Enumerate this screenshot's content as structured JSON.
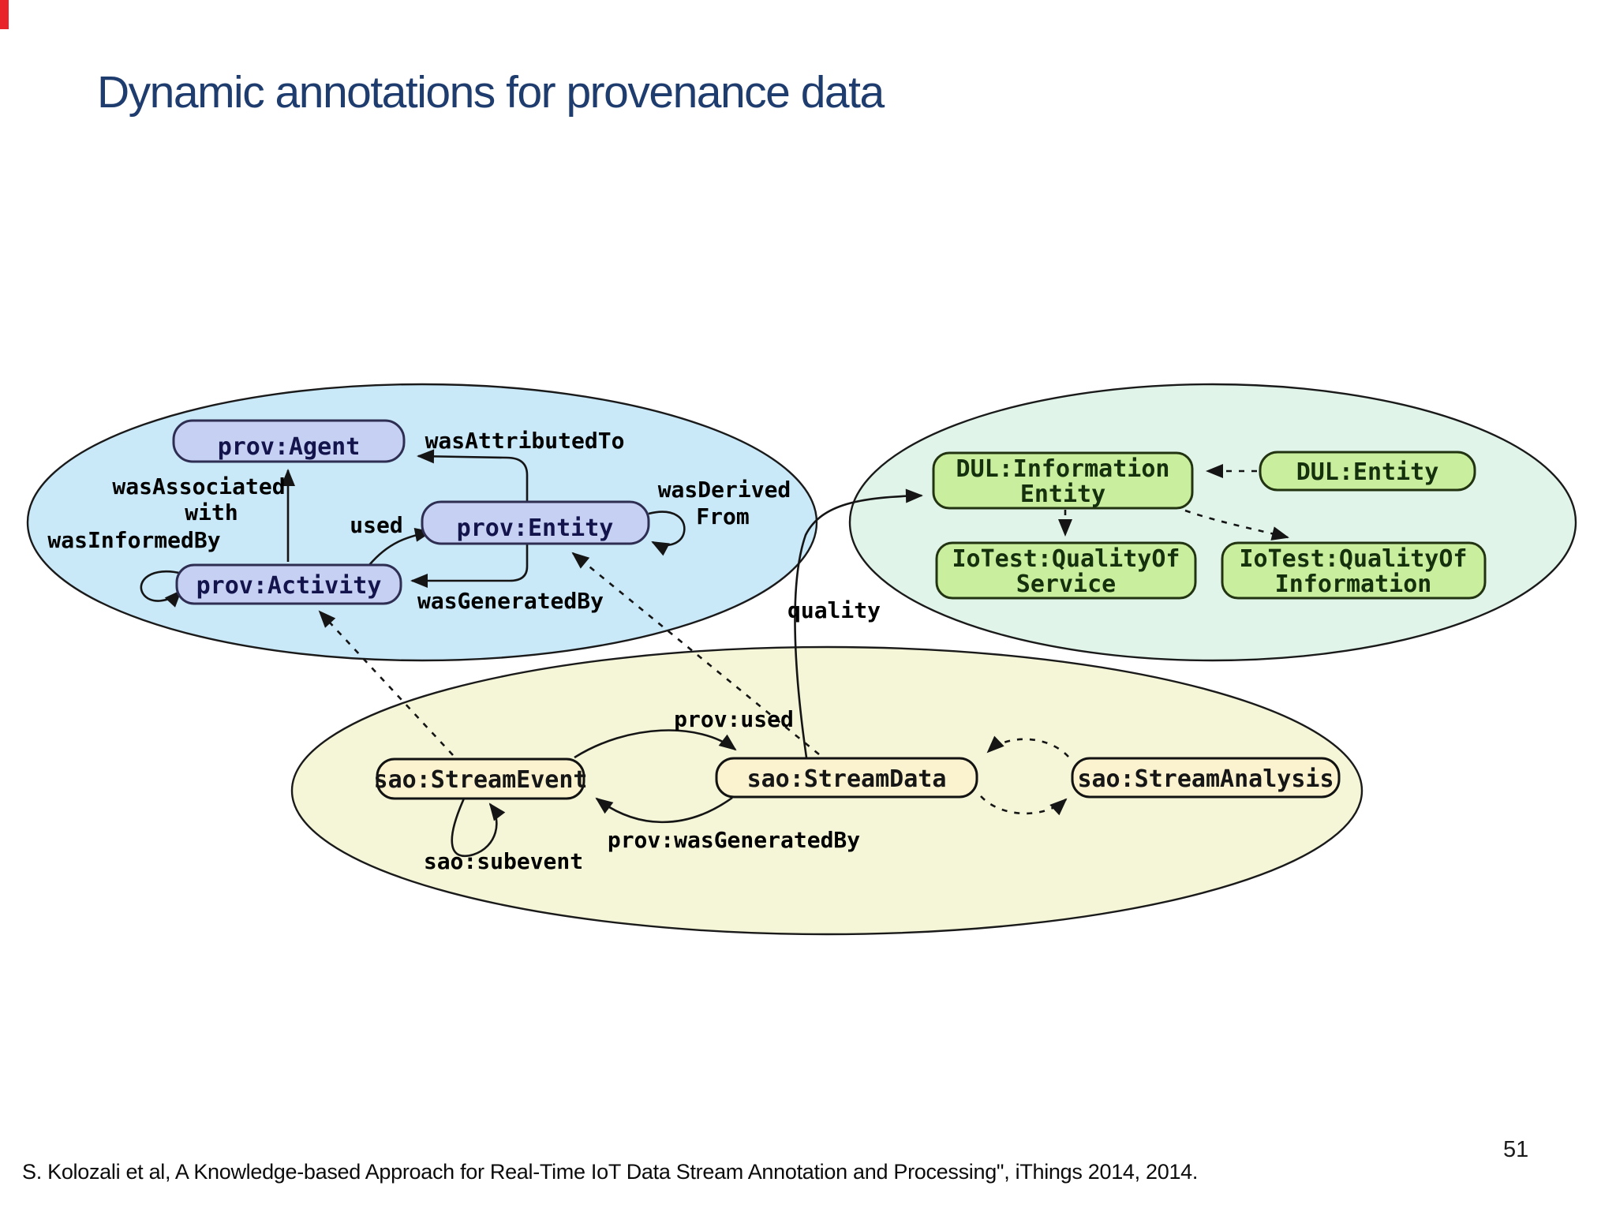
{
  "slide": {
    "title": "Dynamic annotations for provenance data",
    "page_number": "51",
    "footer": "S. Kolozali et al, A Knowledge-based Approach for Real-Time IoT Data Stream Annotation and Processing\", iThings 2014, 2014."
  },
  "colors": {
    "title_text": "#1e3c6e",
    "corner_mark": "#e8232a",
    "prov_ellipse_fill": "#c9e8f8",
    "dul_ellipse_fill": "#e0f4ea",
    "sao_ellipse_fill": "#f5f6d8",
    "prov_node_fill": "#c5d0f3",
    "dul_node_fill": "#c9ef9e",
    "sao_node_fill": "#fbf3cf",
    "edge_color": "#151515"
  },
  "diagram": {
    "nodes": {
      "prov_agent": {
        "label": "prov:Agent"
      },
      "prov_entity": {
        "label": "prov:Entity"
      },
      "prov_activity": {
        "label": "prov:Activity"
      },
      "dul_information_entity": {
        "line1": "DUL:Information",
        "line2": "Entity"
      },
      "dul_entity": {
        "label": "DUL:Entity"
      },
      "iotest_quality_of_service": {
        "line1": "IoTest:QualityOf",
        "line2": "Service"
      },
      "iotest_quality_of_information": {
        "line1": "IoTest:QualityOf",
        "line2": "Information"
      },
      "sao_stream_event": {
        "label": "sao:StreamEvent"
      },
      "sao_stream_data": {
        "label": "sao:StreamData"
      },
      "sao_stream_analysis": {
        "label": "sao:StreamAnalysis"
      }
    },
    "edge_labels": {
      "was_attributed_to": "wasAttributedTo",
      "was_associated_line1": "wasAssociated",
      "was_associated_line2": "with",
      "was_informed_by": "wasInformedBy",
      "used": "used",
      "was_generated_by": "wasGeneratedBy",
      "was_derived_line1": "wasDerived",
      "was_derived_line2": "From",
      "quality": "quality",
      "prov_used": "prov:used",
      "prov_was_generated_by": "prov:wasGeneratedBy",
      "sao_subevent": "sao:subevent"
    }
  }
}
